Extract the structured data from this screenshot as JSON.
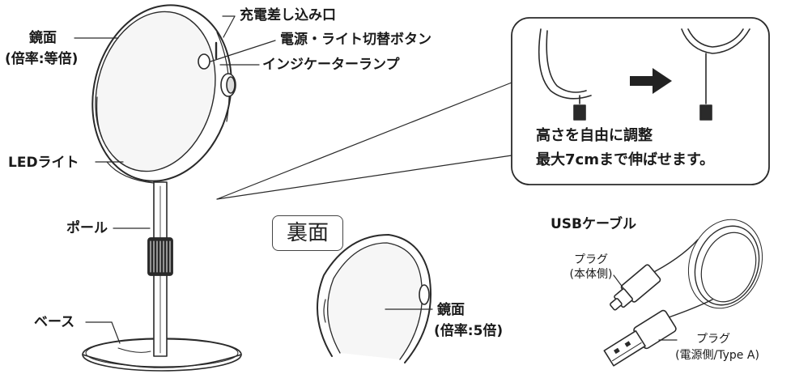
{
  "labels": {
    "mirror_front": "鏡面",
    "mirror_front_mag": "(倍率:等倍)",
    "charge_port": "充電差し込み口",
    "power_button": "電源・ライト切替ボタン",
    "indicator_lamp": "インジケーターランプ",
    "led_light": "LEDライト",
    "pole": "ポール",
    "base": "ベース",
    "back_tag": "裏面",
    "mirror_back": "鏡面",
    "mirror_back_mag": "(倍率:5倍)",
    "usb_cable": "USBケーブル",
    "plug_body": "プラグ",
    "plug_body_sub": "(本体側)",
    "plug_power": "プラグ",
    "plug_power_sub": "(電源側/Type A)"
  },
  "callout": {
    "line1": "高さを自由に調整",
    "line2": "最大7cmまで伸ばせます。"
  },
  "colors": {
    "line": "#2a2a2a",
    "fill": "#ffffff",
    "shade": "#e9e9e9",
    "dark": "#222222"
  }
}
